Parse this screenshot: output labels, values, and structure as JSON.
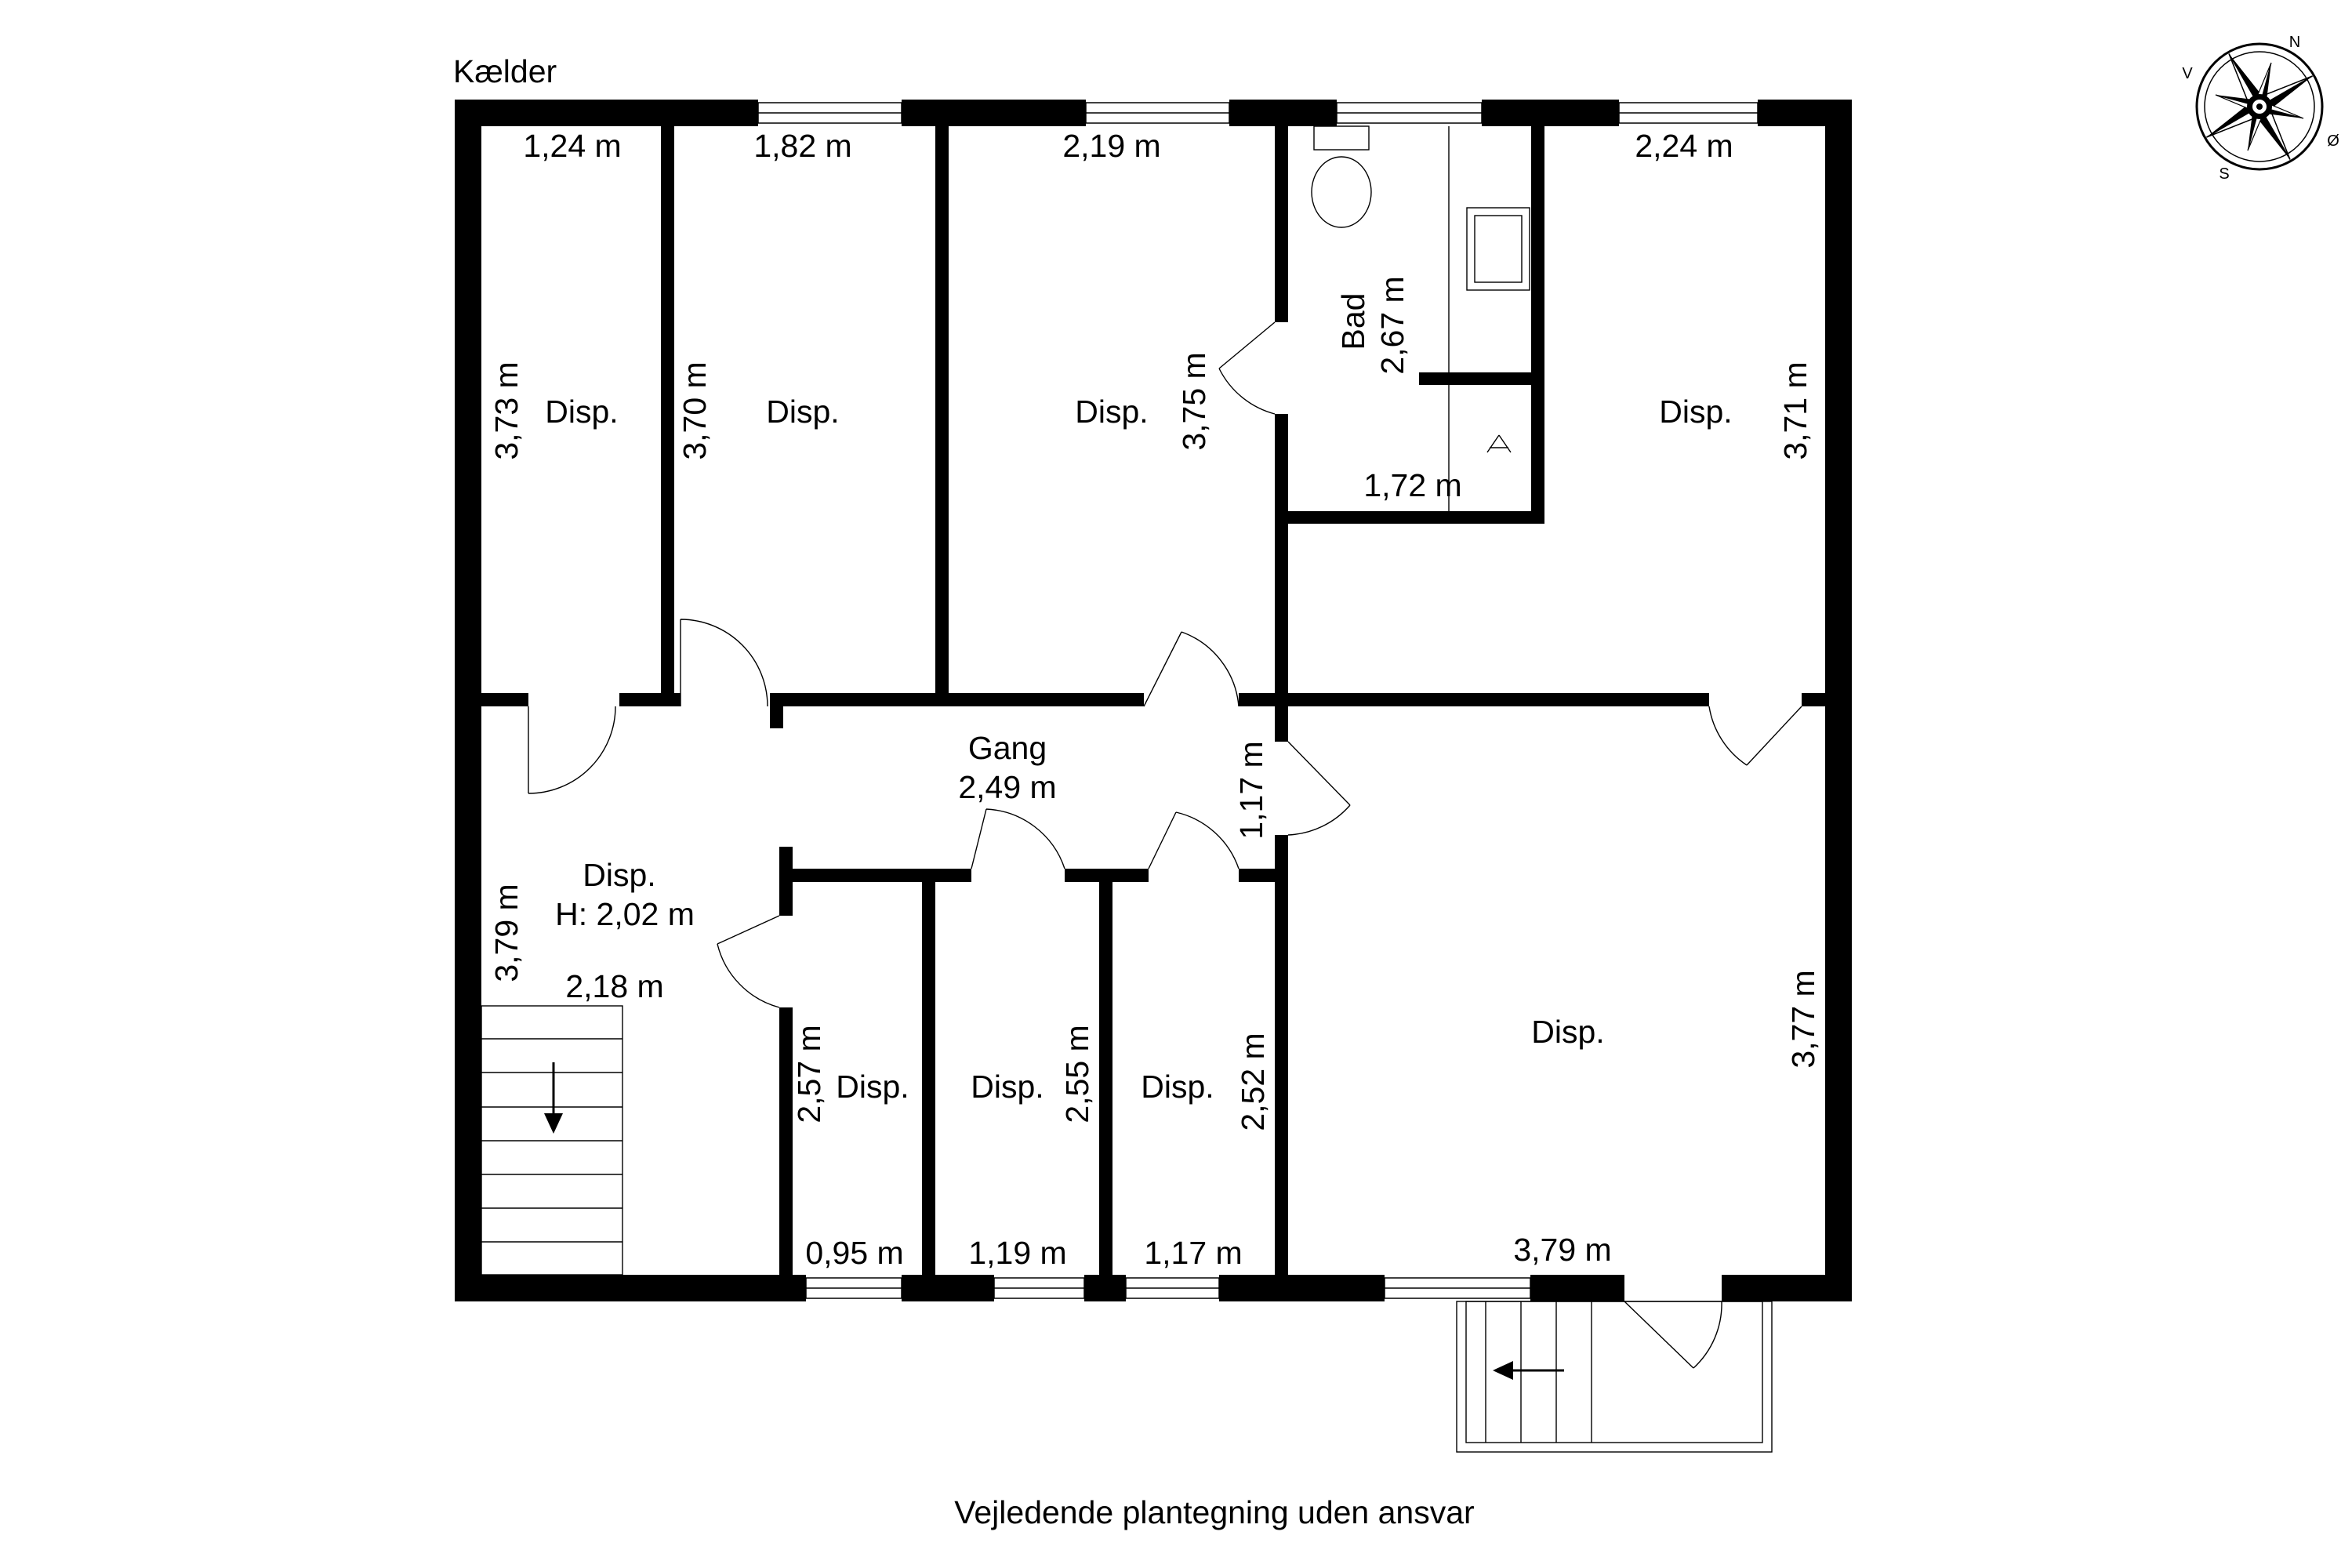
{
  "floor_title": "Kælder",
  "footer": "Vejledende plantegning uden ansvar",
  "compass": {
    "north": "N",
    "south": "S",
    "east": "Ø",
    "west": "V"
  },
  "rooms": {
    "r1": {
      "name": "Disp.",
      "width": "1,24 m",
      "length": "3,73 m"
    },
    "r2": {
      "name": "Disp.",
      "width": "1,82 m",
      "length": "3,70 m"
    },
    "r3": {
      "name": "Disp.",
      "width": "2,19 m",
      "length": "3,75 m"
    },
    "bad": {
      "name": "Bad",
      "length": "2,67 m",
      "width": "1,72 m"
    },
    "r4": {
      "name": "Disp.",
      "width": "2,24 m",
      "length": "3,71 m"
    },
    "gang": {
      "name": "Gang",
      "width": "2,49 m",
      "length": "1,17 m"
    },
    "stair_room": {
      "name": "Disp.",
      "height": "H: 2,02 m",
      "length": "3,79 m",
      "width": "2,18 m"
    },
    "s1": {
      "name": "Disp.",
      "length": "2,57 m",
      "width": "0,95 m"
    },
    "s2": {
      "name": "Disp.",
      "length": "2,55 m",
      "width": "1,19 m"
    },
    "s3": {
      "name": "Disp.",
      "length": "2,52 m",
      "width": "1,17 m"
    },
    "big": {
      "name": "Disp.",
      "length": "3,77 m",
      "width": "3,79 m"
    }
  }
}
